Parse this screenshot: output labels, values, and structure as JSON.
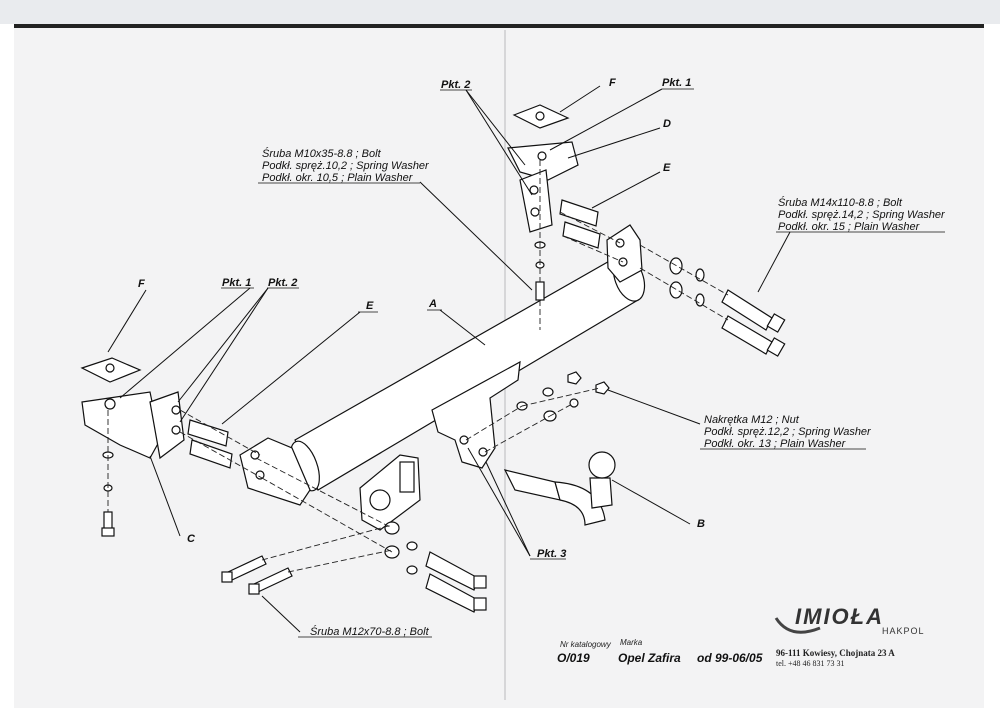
{
  "labels": {
    "pkt2_top": "Pkt. 2",
    "f_top": "F",
    "pkt1_top": "Pkt. 1",
    "d_top": "D",
    "e_top": "E",
    "bolt_m10_line1": "Śruba M10x35-8.8 ;  Bolt",
    "bolt_m10_line2": "Podkł. spręż.10,2 ; Spring Washer",
    "bolt_m10_line3": "Podkł. okr. 10,5 ; Plain Washer",
    "bolt_m14_line1": "Śruba M14x110-8.8 ;  Bolt",
    "bolt_m14_line2": "Podkł. spręż.14,2 ; Spring Washer",
    "bolt_m14_line3": "Podkł. okr. 15 ; Plain Washer",
    "f_left": "F",
    "pkt1_left": "Pkt. 1",
    "pkt2_left": "Pkt. 2",
    "e_left": "E",
    "a": "A",
    "c": "C",
    "nut_line1": "Nakrętka  M12 ; Nut",
    "nut_line2": "Podkł. spręż.12,2 ; Spring Washer",
    "nut_line3": "Podkł. okr. 13 ; Plain Washer",
    "b": "B",
    "pkt3": "Pkt. 3",
    "bolt_m12": "Śruba M12x70-8.8 ;  Bolt"
  },
  "footer": {
    "catalog_label": "Nr katalogowy",
    "catalog_value": "O/019",
    "brand_label": "Marka",
    "brand_value": "Opel Zafira",
    "years": "od  99-06/05",
    "logo_text": "IMIOŁA",
    "logo_sub": "HAKPOL",
    "address": "96-111 Kowiesy, Chojnata 23 A",
    "phone": "tel. +48 46 831 73 31"
  }
}
